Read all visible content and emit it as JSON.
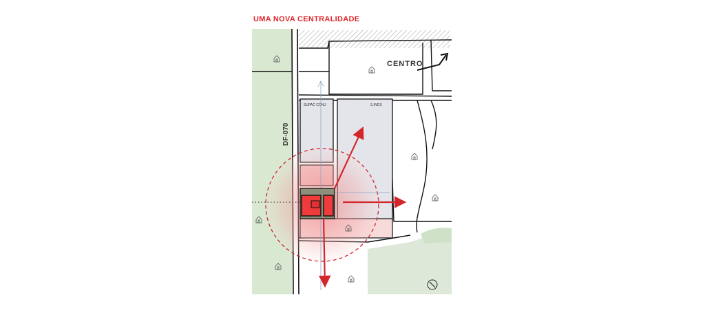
{
  "title": "UMA NOVA CENTRALIDADE",
  "labels": {
    "centro": "CENTRO",
    "road": "DF-070",
    "block_left": "SUPAC CONJ.",
    "block_right": "S.INDS"
  },
  "colors": {
    "accent": "#e0262b",
    "green_area": "#cfe2c8",
    "block_fill": "#e4e5ea",
    "lot_fill": "#ef3b3b",
    "radius_fill": "#f4a9a9"
  },
  "icons": [
    "house-icon",
    "arrow-icon",
    "north-arrow-icon"
  ]
}
